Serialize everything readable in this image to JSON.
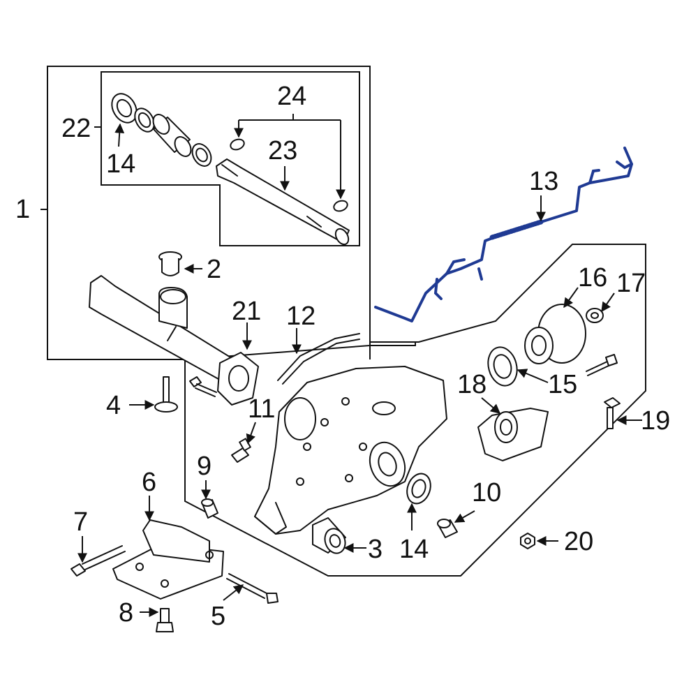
{
  "highlight_color": "#1f3a93",
  "line_color": "#111111",
  "callouts": {
    "c1": "1",
    "c2": "2",
    "c3": "3",
    "c4": "4",
    "c5": "5",
    "c6": "6",
    "c7": "7",
    "c8": "8",
    "c9": "9",
    "c10": "10",
    "c11": "11",
    "c12": "12",
    "c13": "13",
    "c14a": "14",
    "c14b": "14",
    "c15": "15",
    "c16": "16",
    "c17": "17",
    "c18": "18",
    "c19": "19",
    "c20": "20",
    "c21": "21",
    "c22": "22",
    "c23": "23",
    "c24": "24"
  }
}
